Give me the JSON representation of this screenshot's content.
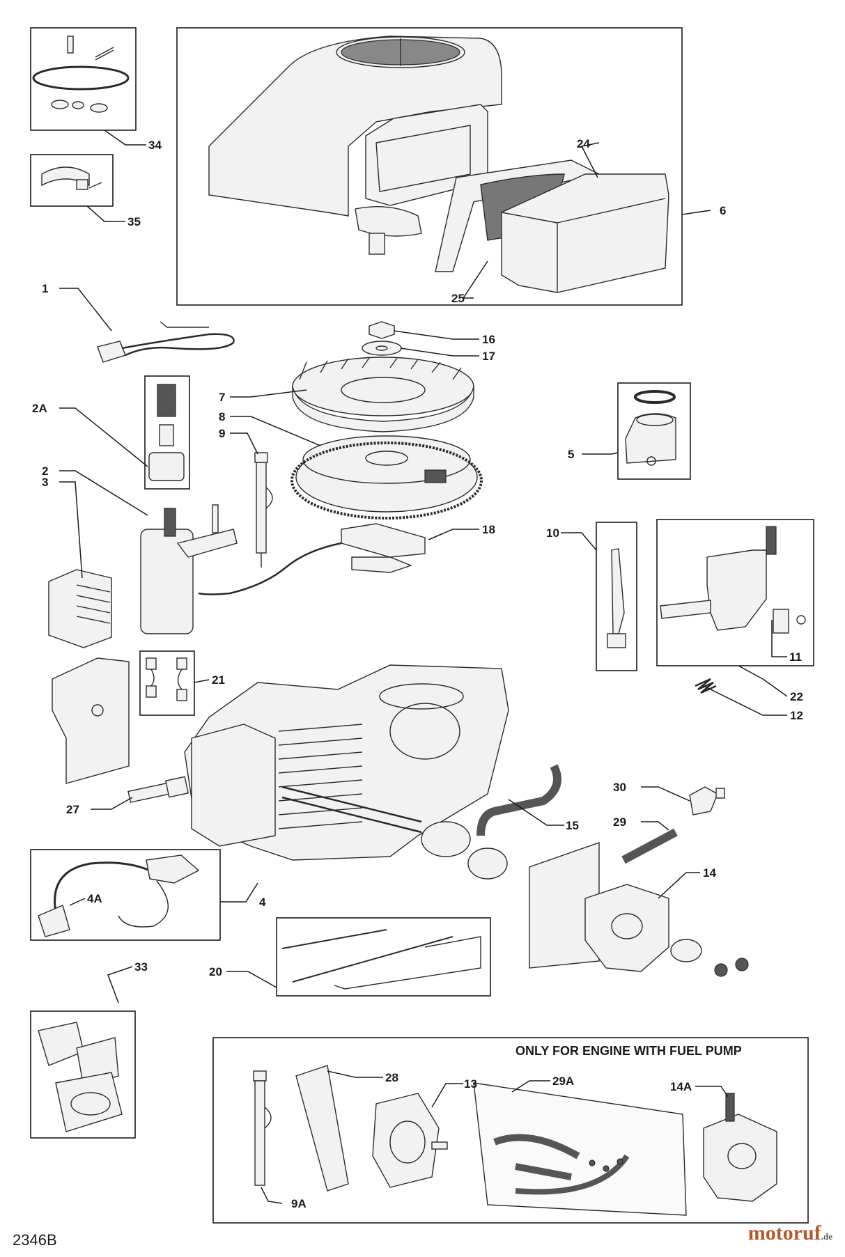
{
  "diagram": {
    "drawing_number": "2346B",
    "note": "ONLY FOR ENGINE WITH FUEL PUMP",
    "watermark": "motoruf",
    "watermark_tld": ".de",
    "callouts": {
      "c1": "1",
      "c2": "2",
      "c2a": "2A",
      "c3": "3",
      "c4": "4",
      "c4a": "4A",
      "c5": "5",
      "c6": "6",
      "c7": "7",
      "c8": "8",
      "c9": "9",
      "c9a": "9A",
      "c10": "10",
      "c11": "11",
      "c12": "12",
      "c13": "13",
      "c14": "14",
      "c14a": "14A",
      "c15": "15",
      "c16": "16",
      "c17": "17",
      "c18": "18",
      "c20": "20",
      "c21": "21",
      "c22": "22",
      "c24": "24",
      "c25": "25",
      "c27": "27",
      "c28": "28",
      "c29": "29",
      "c29a": "29A",
      "c30": "30",
      "c33": "33",
      "c34": "34",
      "c35": "35"
    }
  }
}
